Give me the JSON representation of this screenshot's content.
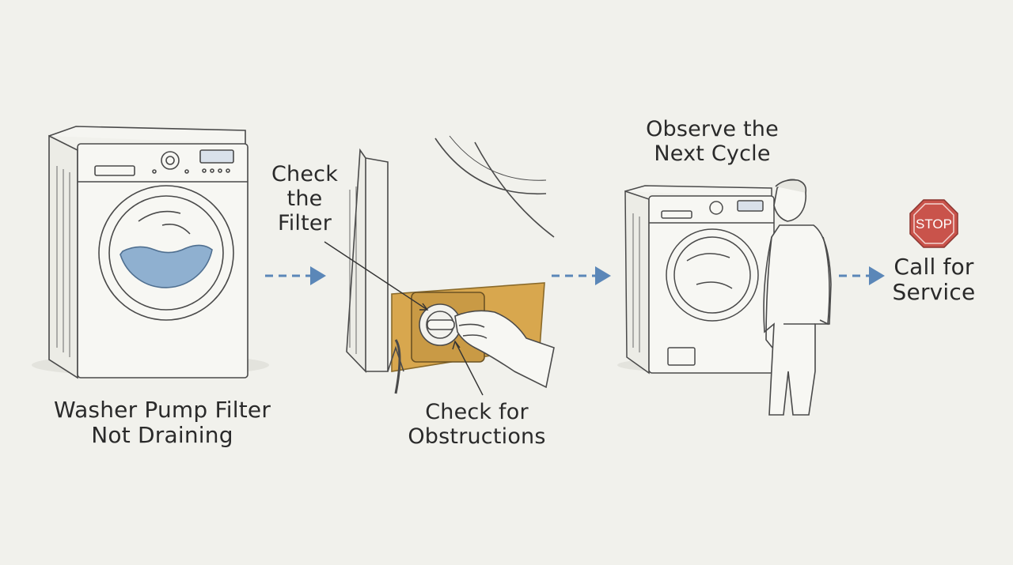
{
  "steps": [
    {
      "id": "washer",
      "lines": [
        "Washer Pump Filter",
        "Not Draining"
      ]
    },
    {
      "id": "filter",
      "lines": [
        "Check",
        "the",
        "Filter"
      ]
    },
    {
      "id": "obstructions",
      "lines": [
        "Check for",
        "Obstructions"
      ]
    },
    {
      "id": "observe",
      "lines": [
        "Observe the",
        "Next Cycle"
      ]
    },
    {
      "id": "service",
      "lines": [
        "Call for",
        "Service"
      ]
    }
  ],
  "stop_sign": {
    "text": "STOP"
  },
  "colors": {
    "background": "#f1f1ec",
    "line": "#4a4a4a",
    "water": "#8fb0d0",
    "arrow": "#5b87b8",
    "panel": "#d8a74e",
    "stop_red": "#c9534b"
  },
  "icons": [
    "washing-machine-icon",
    "filter-panel-icon",
    "hand-icon",
    "person-icon",
    "stop-sign-icon",
    "flow-arrow-icon"
  ]
}
